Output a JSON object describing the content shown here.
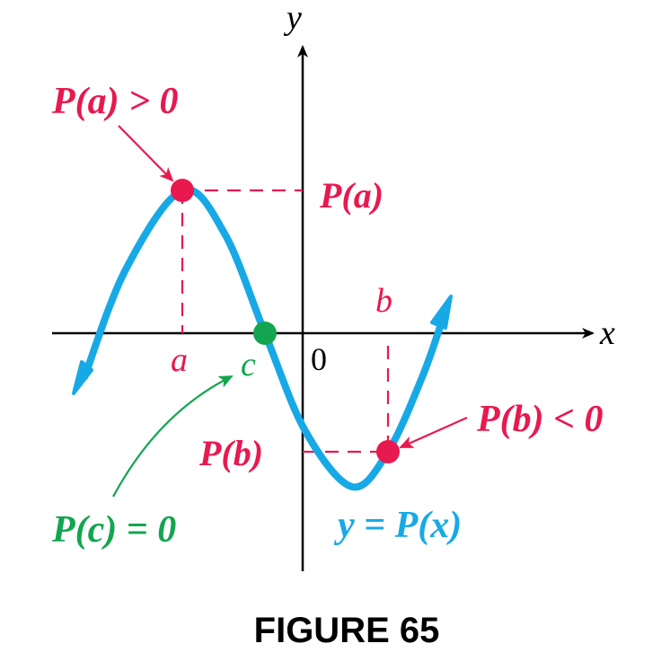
{
  "colors": {
    "curve": "#17a9e6",
    "highlight": "#e8194f",
    "zero": "#13a54f",
    "axis": "#000000"
  },
  "axes": {
    "x_label": "x",
    "y_label": "y",
    "origin_label": "0"
  },
  "points": {
    "a": {
      "tick_label": "a",
      "value_label": "P(a)",
      "annotation": "P(a) > 0"
    },
    "b": {
      "tick_label": "b",
      "value_label": "P(b)",
      "annotation": "P(b) < 0"
    },
    "c": {
      "tick_label": "c",
      "annotation": "P(c) = 0"
    }
  },
  "curve": {
    "label": "y = P(x)"
  },
  "caption": "FIGURE 65"
}
